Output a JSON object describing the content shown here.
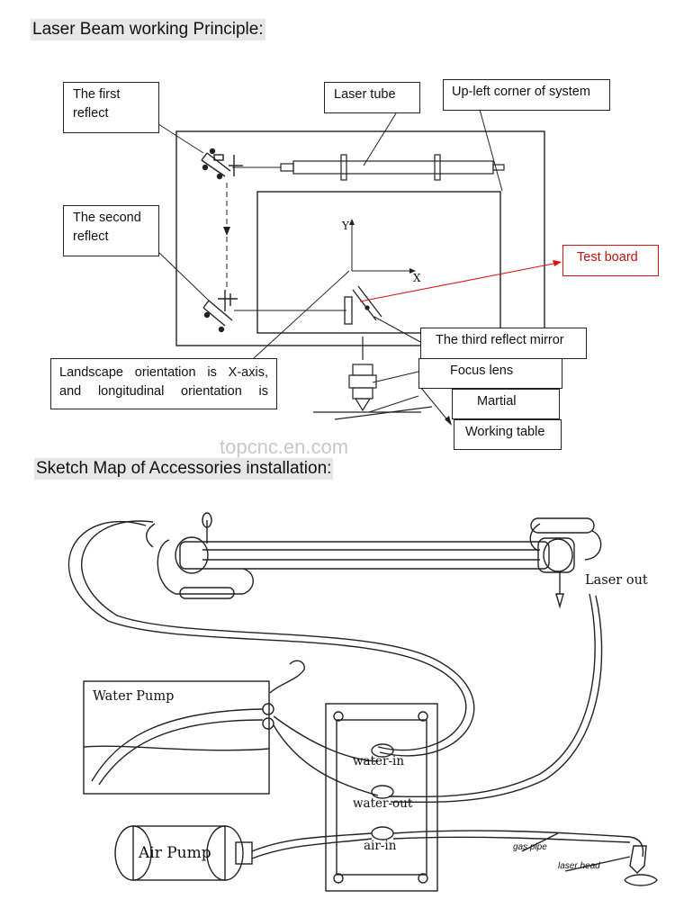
{
  "sections": {
    "beam_title": "Laser Beam working Principle:",
    "accessories_title": "Sketch Map of Accessories installation:"
  },
  "beam_diagram": {
    "first_reflect_line1": "The first",
    "first_reflect_line2": "reflect",
    "laser_tube": "Laser tube",
    "upleft_corner": "Up-left corner of system",
    "second_reflect_line1": "The second",
    "second_reflect_line2": "reflect",
    "test_board": "Test board",
    "axis_y": "Y",
    "axis_x": "X",
    "third_mirror": "The third reflect mirror",
    "focus_lens": "Focus lens",
    "martial": "Martial",
    "working_table": "Working table",
    "orientation_line1": "Landscape orientation is X-axis,",
    "orientation_line2": "and longitudinal orientation is",
    "watermark": "topcnc.en.com"
  },
  "accessories_diagram": {
    "laser_out": "Laser out",
    "water_pump": "Water Pump",
    "water_in": "water-in",
    "water_out": "water-out",
    "air_in": "air-in",
    "air_pump": "Air Pump",
    "gas_pipe": "gas pipe",
    "laser_head": "laser head"
  },
  "colors": {
    "title_bg": "#e7e7e7",
    "test_board": "#e01010",
    "line": "#222222"
  }
}
